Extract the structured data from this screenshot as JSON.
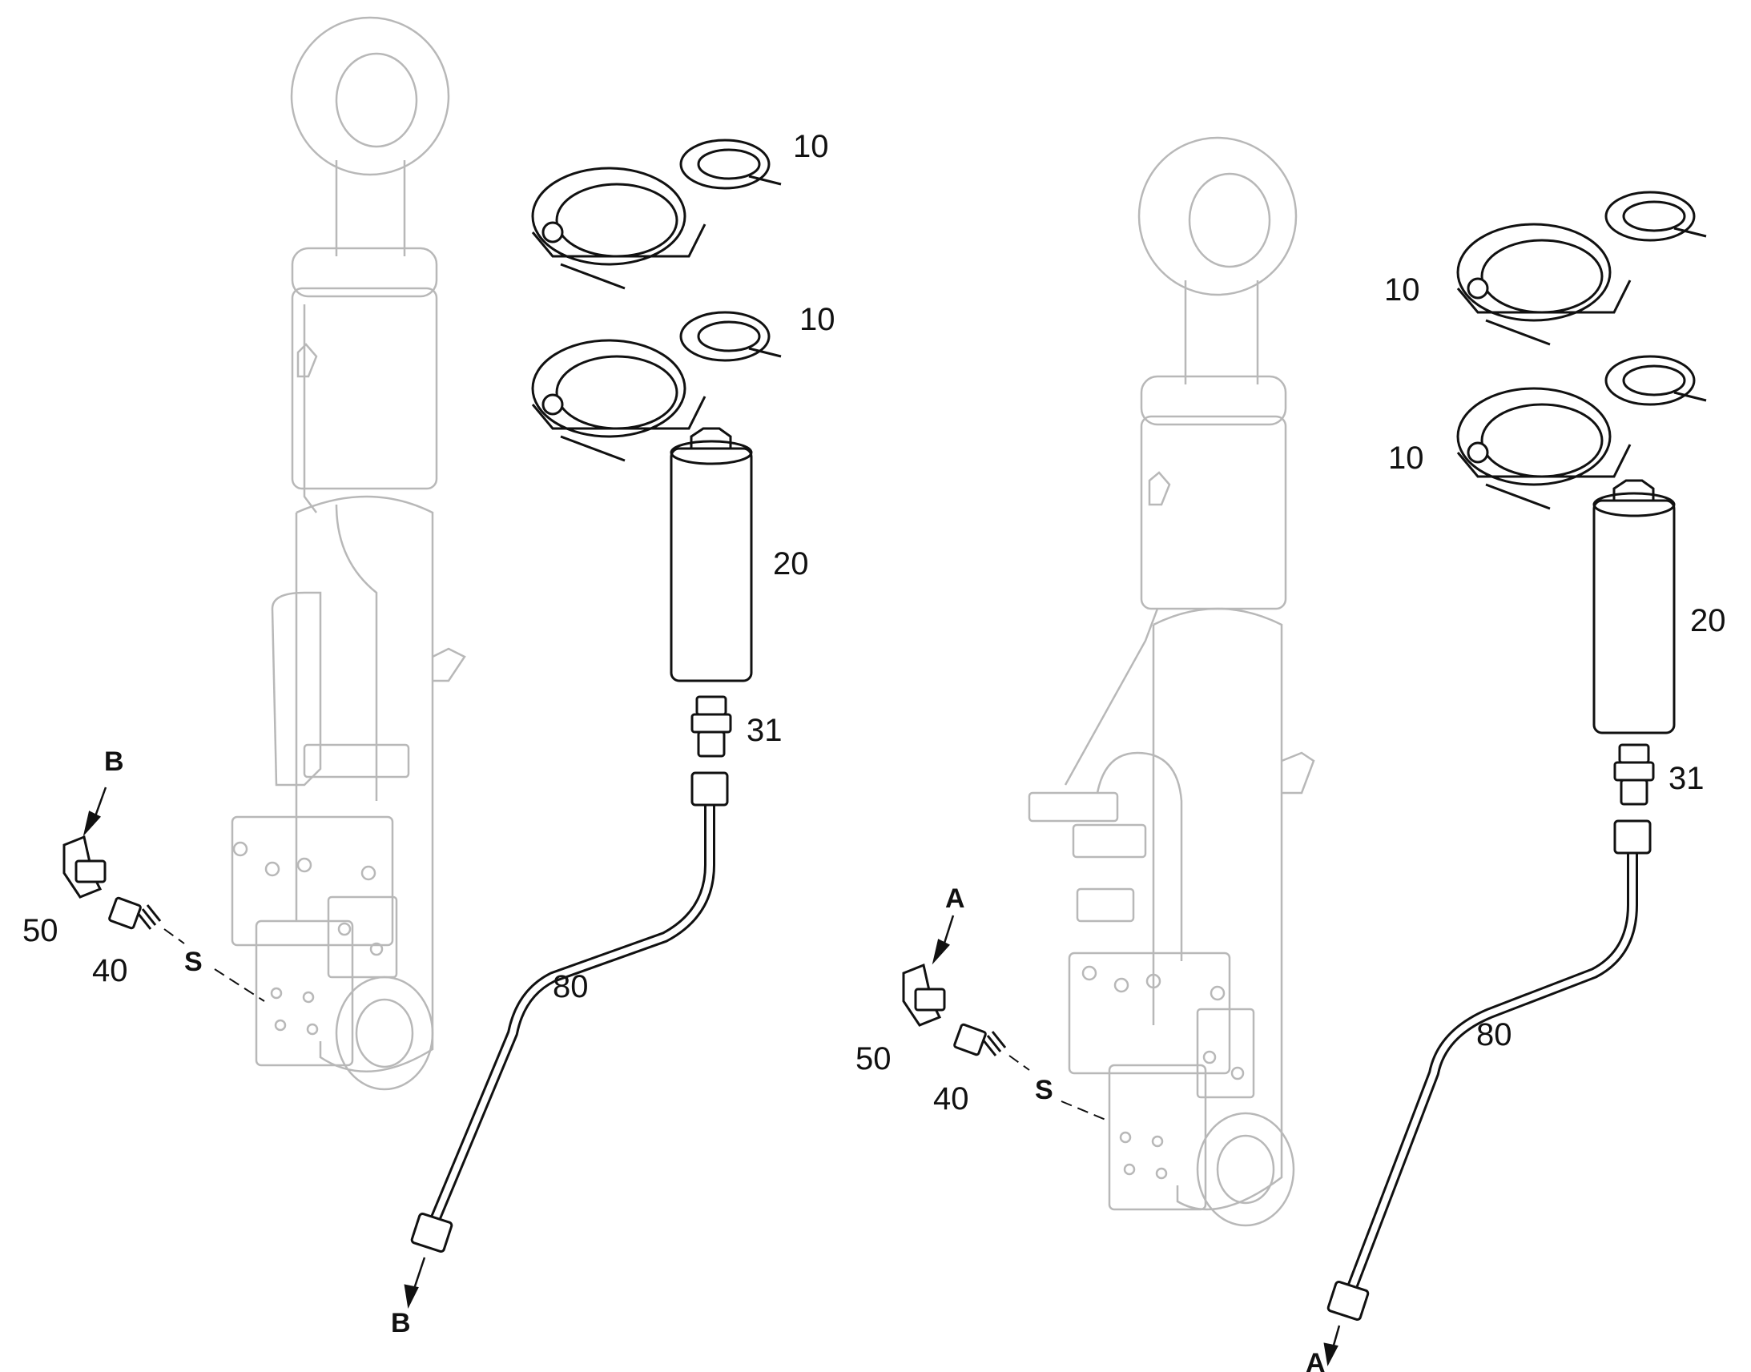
{
  "assembly_left": {
    "callouts": {
      "clamp_upper": "10",
      "clamp_lower": "10",
      "accumulator": "20",
      "adapter": "31",
      "fitting": "40",
      "elbow": "50",
      "pipe": "80"
    },
    "port_label": "S",
    "connection_top": "B",
    "connection_bottom": "B"
  },
  "assembly_right": {
    "callouts": {
      "clamp_upper": "10",
      "clamp_lower": "10",
      "accumulator": "20",
      "adapter": "31",
      "fitting": "40",
      "elbow": "50",
      "pipe": "80"
    },
    "port_label": "S",
    "connection_top": "A",
    "connection_bottom": "A"
  }
}
